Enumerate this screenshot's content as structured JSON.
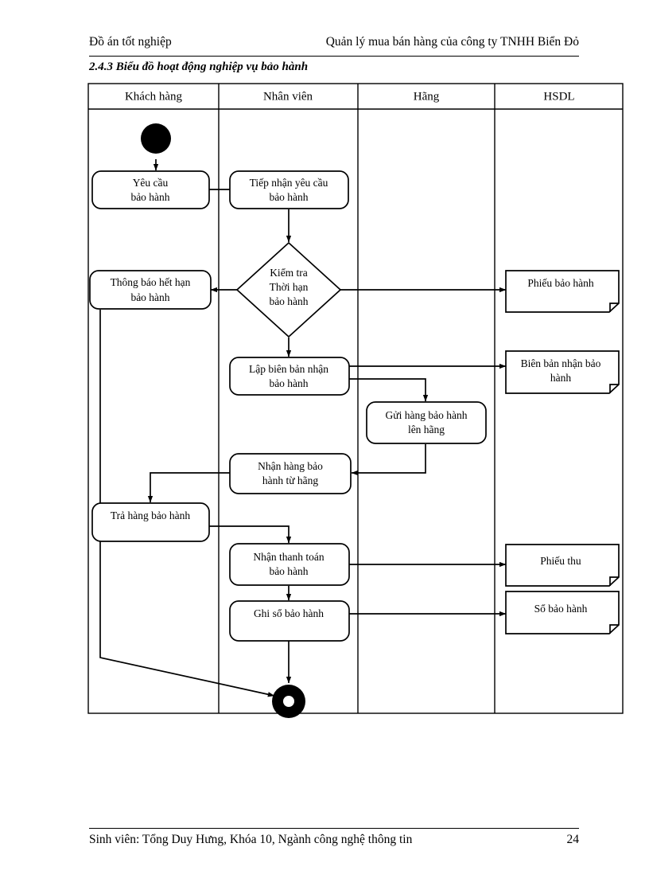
{
  "page": {
    "header_left": "Đồ án tốt nghiệp",
    "header_right": "Quản lý mua bán hàng của công ty TNHH Biển Đỏ",
    "section_heading": "2.4.3 Biểu đồ hoạt động nghiệp vụ bảo hành",
    "footer_left": "Sinh viên: Tổng Duy Hưng, Khóa 10, Ngành công nghệ thông tin",
    "page_number": "24",
    "ink_color": "#000000",
    "paper_color": "#ffffff"
  },
  "diagram": {
    "type": "uml-activity-swimlane",
    "lanes": [
      {
        "id": "lane-khach-hang",
        "title": "Khách hàng"
      },
      {
        "id": "lane-nhan-vien",
        "title": "Nhân viên"
      },
      {
        "id": "lane-hang",
        "title": "Hãng"
      },
      {
        "id": "lane-hsdl",
        "title": "HSDL"
      }
    ],
    "nodes": {
      "start": {
        "kind": "initial-node",
        "label": ""
      },
      "end": {
        "kind": "final-node",
        "label": ""
      },
      "a1": {
        "kind": "activity",
        "lane": "Khách hàng",
        "line1": "Yêu cầu",
        "line2": "bảo hành"
      },
      "a2": {
        "kind": "activity",
        "lane": "Nhân viên",
        "line1": "Tiếp nhận yêu cầu",
        "line2": "bảo hành"
      },
      "d1": {
        "kind": "decision",
        "lane": "Nhân viên",
        "line1": "Kiểm tra",
        "line2": "Thời hạn",
        "line3": "bảo hành"
      },
      "a3": {
        "kind": "activity",
        "lane": "Khách hàng",
        "line1": "Thông báo hết hạn",
        "line2": "bảo hành"
      },
      "a4": {
        "kind": "activity",
        "lane": "Nhân viên",
        "line1": "Lập biên bản nhận",
        "line2": "bảo hành"
      },
      "a5": {
        "kind": "activity",
        "lane": "Hãng",
        "line1": "Gửi hàng bảo hành",
        "line2": "lên hãng"
      },
      "a6": {
        "kind": "activity",
        "lane": "Nhân viên",
        "line1": "Nhận hàng bảo",
        "line2": "hành từ hãng"
      },
      "a7": {
        "kind": "activity",
        "lane": "Khách hàng",
        "line1": "Trả hàng bảo hành",
        "line2": ""
      },
      "a8": {
        "kind": "activity",
        "lane": "Nhân viên",
        "line1": "Nhận thanh toán",
        "line2": "bảo hành"
      },
      "a9": {
        "kind": "activity",
        "lane": "Nhân viên",
        "line1": "Ghi sổ bảo hành",
        "line2": ""
      },
      "o1": {
        "kind": "document",
        "lane": "HSDL",
        "line1": "Phiếu bảo hành",
        "line2": ""
      },
      "o2": {
        "kind": "document",
        "lane": "HSDL",
        "line1": "Biên bản nhận bảo",
        "line2": "hành"
      },
      "o3": {
        "kind": "document",
        "lane": "HSDL",
        "line1": "Phiếu thu",
        "line2": ""
      },
      "o4": {
        "kind": "document",
        "lane": "HSDL",
        "line1": "Sổ bảo hành",
        "line2": ""
      }
    }
  }
}
